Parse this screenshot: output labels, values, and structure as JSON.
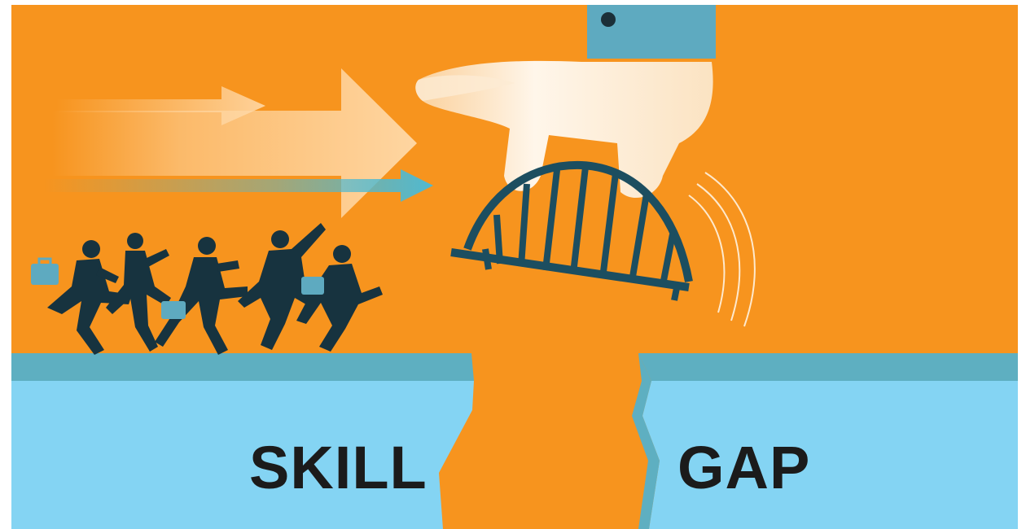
{
  "labels": {
    "left": "SKILL",
    "right": "GAP"
  },
  "colors": {
    "background_orange": "#F7941E",
    "ground_blue": "#84D4F3",
    "ground_edge": "#5EAFC1",
    "bridge_navy": "#1C4E60",
    "hand_cream": "#FCEBD3",
    "cuff_blue": "#5EAAC0",
    "arrow_cream": "#FFD9A8",
    "arrow_teal": "#4FB9D1",
    "text_dark": "#1B1B1B",
    "figure_dark": "#17333F"
  },
  "illustration": {
    "running_people_count": 5,
    "icons": [
      "arrow-icon",
      "hand-icon",
      "bridge-icon",
      "briefcase-icon",
      "motion-lines-icon"
    ]
  }
}
